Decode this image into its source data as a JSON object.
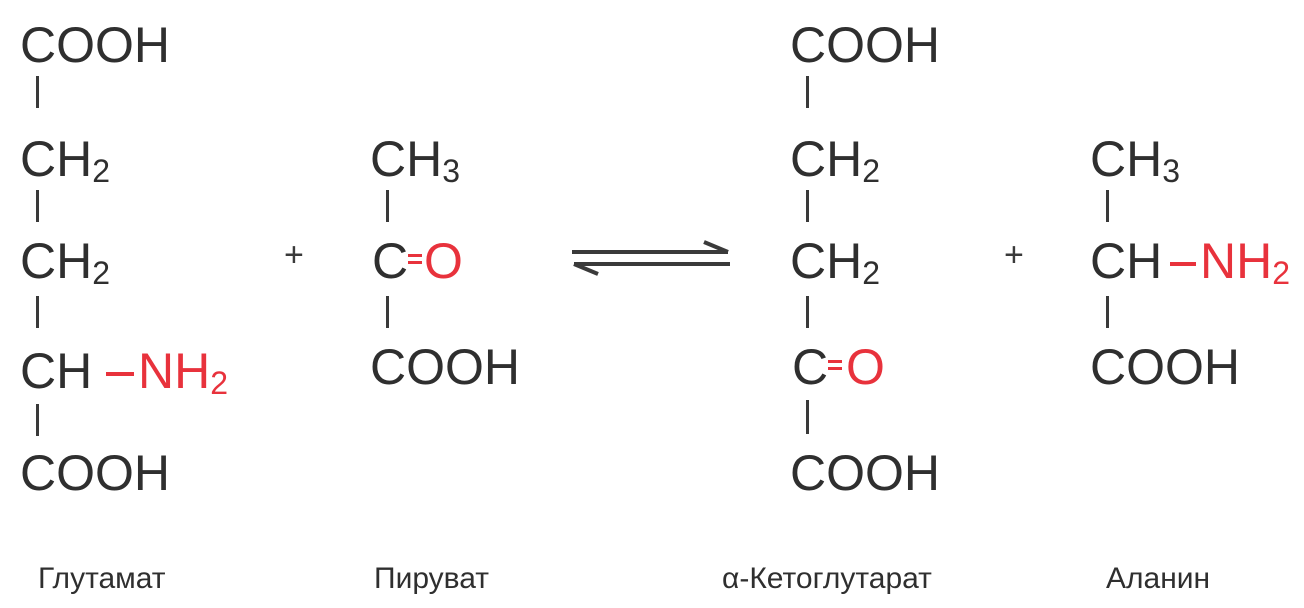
{
  "glutamate": {
    "top": "COOH",
    "ch2_a": "CH",
    "ch2_a_sub": "2",
    "ch2_b": "CH",
    "ch2_b_sub": "2",
    "ch": "CH",
    "amino_dash": "–",
    "amino": "NH",
    "amino_sub": "2",
    "bottom": "COOH",
    "name": "Глутамат"
  },
  "plus_1": "+",
  "pyruvate": {
    "top": "CH",
    "top_sub": "3",
    "carbon": "C",
    "oxygen": "O",
    "bottom": "COOH",
    "name": "Пируват"
  },
  "ketoglutarate": {
    "top": "COOH",
    "ch2_a": "CH",
    "ch2_a_sub": "2",
    "ch2_b": "CH",
    "ch2_b_sub": "2",
    "carbon": "C",
    "oxygen": "O",
    "bottom": "COOH",
    "name": "α-Кетоглутарат"
  },
  "plus_2": "+",
  "alanine": {
    "top": "CH",
    "top_sub": "3",
    "ch": "CH",
    "amino_dash": "–",
    "amino": "NH",
    "amino_sub": "2",
    "bottom": "COOH",
    "name": "Аланин"
  },
  "colors": {
    "text": "#2f2f2f",
    "highlight": "#e8323c"
  }
}
